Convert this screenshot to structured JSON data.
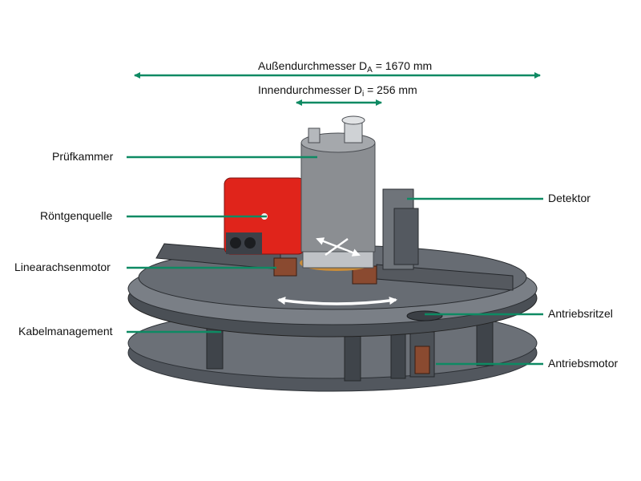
{
  "colors": {
    "leader": "#0e8a63",
    "steel": "#5f646b",
    "steel_dark": "#3c4047",
    "steel_light": "#8d9299",
    "xray_red": "#e0241b",
    "chamber": "#8b8e92",
    "detector": "#6f747a",
    "brown": "#8a4a30"
  },
  "dimensions": {
    "outer": {
      "text": "Außendurchmesser D",
      "sub": "A",
      "value": " = 1670 mm"
    },
    "inner": {
      "text": "Innendurchmesser D",
      "sub": "i",
      "value": " = 256 mm"
    }
  },
  "labels": {
    "pruefkammer": "Prüfkammer",
    "roentgenquelle": "Röntgenquelle",
    "linearachsenmotor": "Linearachsenmotor",
    "kabelmanagement": "Kabelmanagement",
    "detektor": "Detektor",
    "antriebsritzel": "Antriebsritzel",
    "antriebsmotor": "Antriebsmotor"
  }
}
